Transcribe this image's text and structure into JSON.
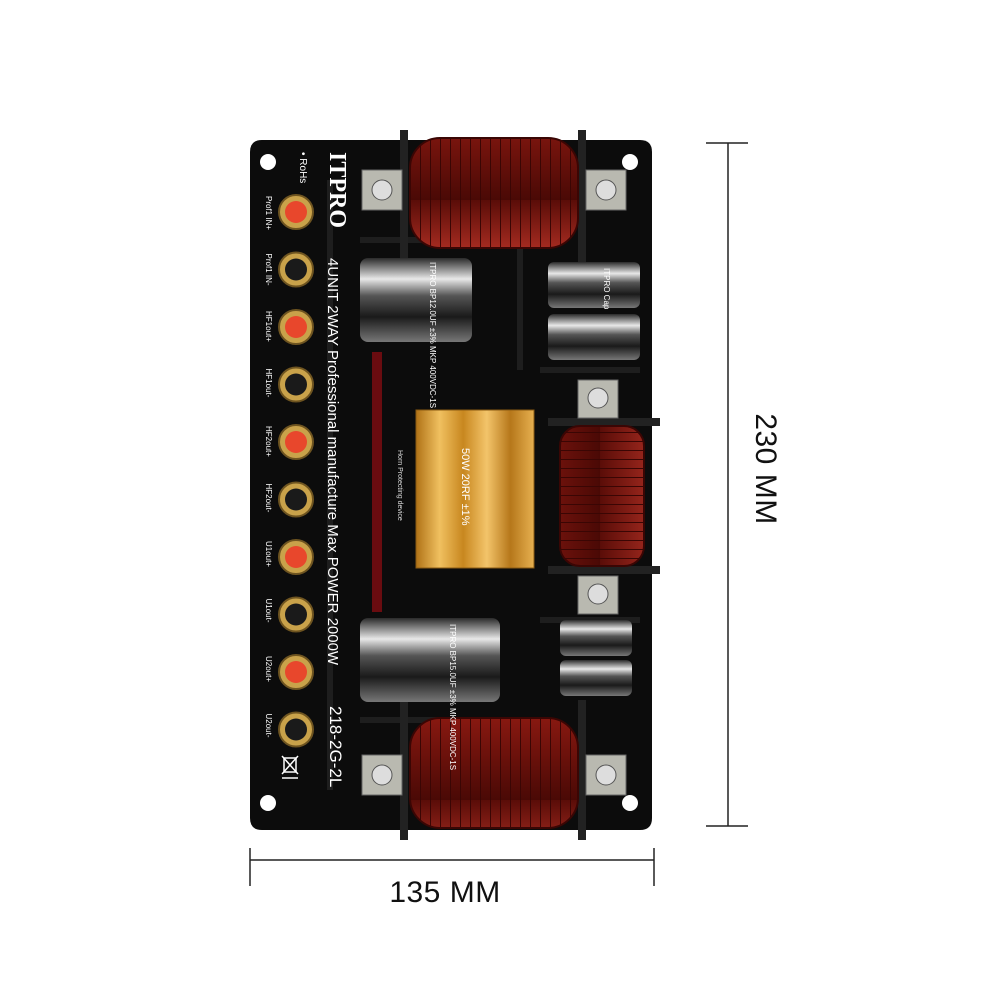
{
  "board": {
    "brand": "ITPRO",
    "rohs": "• RoHs",
    "series_marking": "4UNIT  2WAY  Professional  manufacture  Max POWER 2000W",
    "model": "218-2G-2L",
    "terminals": [
      "Prof1 IN+",
      "Prof1 IN-",
      "HF1out+",
      "HF1out-",
      "HF2out+",
      "HF2out-",
      "U1out+",
      "U1out-",
      "U2out+",
      "U2out-"
    ],
    "resistor_label": "50W 20RF ±1%",
    "cap_top_left_label": "ITPRO  BP12.0UF ±3%  MKP 400VDC-1S",
    "cap_bottom_left_label": "ITPRO  BP15.0UF ±3%  MKP 400VDC-1S",
    "cap_small_label": "ITPRO Cap",
    "protect_label": "Horn Protecting device"
  },
  "dimensions": {
    "width_label": "135 MM",
    "height_label": "230 MM"
  },
  "colors": {
    "pcb": "#0c0c0c",
    "copper": "#8a1a12",
    "resistor": "#d89a2a",
    "terminal_red": "#e8472c",
    "terminal_gold": "#c9a24a"
  }
}
